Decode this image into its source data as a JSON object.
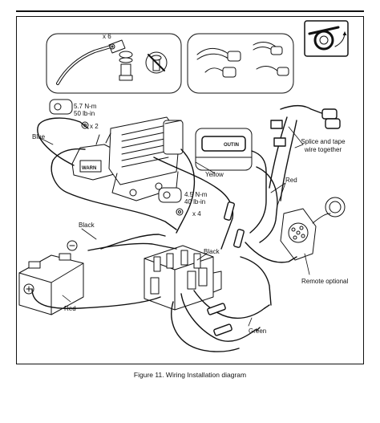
{
  "labels": {
    "qty_top": "x 6",
    "torque_upper_nm": "5.7 N-m",
    "torque_upper_lbin": "50 lb-in",
    "qty_upper": "x 2",
    "blue": "Blue",
    "yellow": "Yellow",
    "torque_lower_nm": "4.5 N-m",
    "torque_lower_lbin": "40 lb-in",
    "qty_lower": "x 4",
    "black_left": "Black",
    "black_center": "Black",
    "red_left": "Red",
    "red_right": "Red",
    "green": "Green",
    "splice_line1": "Splice and tape",
    "splice_line2": "wire together",
    "remote": "Remote optional",
    "switch_out": "OUT",
    "switch_in": "IN",
    "winch_brand": "WARN"
  },
  "caption": "Figure 11. Wiring Installation diagram"
}
